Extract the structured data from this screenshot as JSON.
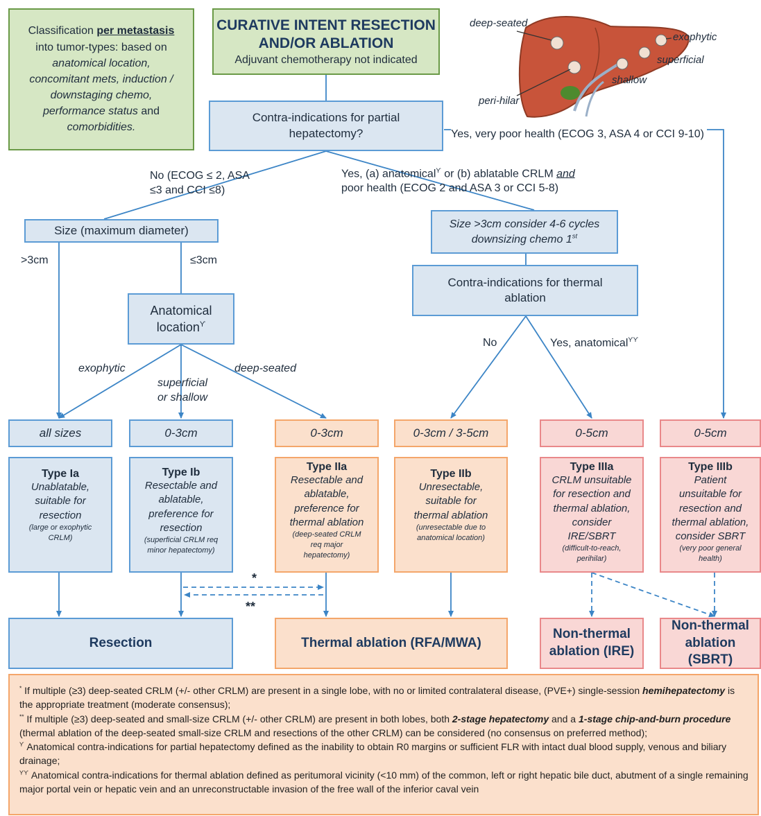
{
  "colors": {
    "line": "#3c85c6",
    "blue_fill": "#dbe6f1",
    "orange_fill": "#fbe0cc",
    "pink_fill": "#f9d7d5",
    "green_fill": "#d6e7c4"
  },
  "classification": {
    "l1a": "Classification ",
    "l1b": "per metastasis",
    "l2": "into tumor-types: based on",
    "l3": "anatomical location,",
    "l4": "concomitant mets, induction /",
    "l5": "downstaging chemo,",
    "l6a": "performance status",
    " l6b": " and",
    "l7": "comorbidities."
  },
  "top": {
    "title1": "CURATIVE INTENT RESECTION",
    "title2": "AND/OR ABLATION",
    "subtitle": "Adjuvant chemotherapy not indicated"
  },
  "liver_labels": {
    "deep": "deep-seated",
    "exo": "exophytic",
    "sup": "superficial",
    "shallow": "shallow",
    "peri": "peri-hilar"
  },
  "contra": {
    "line1": "Contra-indications for partial",
    "line2": "hepatectomy?"
  },
  "branches": {
    "no1": "No (ECOG ≤ 2, ASA",
    "no2": "≤3 and CCI ≤8)",
    "yes_a1": "Yes, (a) anatomical",
    "yes_sup": "ϒ",
    "yes_a2": " or (b) ablatable CRLM ",
    "yes_and": "and",
    "yes_a3": "poor health (ECOG 2 and ASA 3 or CCI 5-8)",
    "yes_poor": "Yes, very poor health (ECOG 3, ASA 4 or CCI 9-10)"
  },
  "size_box": "Size (maximum diameter)",
  "gt3": ">3cm",
  "le3": "≤3cm",
  "anatomical": {
    "line1": "Anatomical",
    "line2": "location",
    "sup": "ϒ"
  },
  "downsizing": {
    "line1": "Size >3cm consider 4-6 cycles",
    "line2": "downsizing chemo 1",
    "sup": "st"
  },
  "thermal_contra": {
    "line1": "Contra-indications for thermal",
    "line2": "ablation"
  },
  "no": "No",
  "yes_anat": "Yes, anatomical",
  "yes_anat_sup": "ϒϒ",
  "loc_labels": {
    "exo": "exophytic",
    "sup1": "superficial",
    "sup2": "or shallow",
    "deep": "deep-seated"
  },
  "sizes": [
    "all sizes",
    "0-3cm",
    "0-3cm",
    "0-3cm / 3-5cm",
    "0-5cm",
    "0-5cm"
  ],
  "types": [
    {
      "title": "Type Ia",
      "body": [
        "Unablatable,",
        "suitable for",
        "resection"
      ],
      "note": [
        "(large or exophytic",
        "CRLM)"
      ]
    },
    {
      "title": "Type Ib",
      "body": [
        "Resectable and",
        "ablatable,",
        "preference for",
        "resection"
      ],
      "note": [
        "(superficial CRLM req",
        "minor hepatectomy)"
      ]
    },
    {
      "title": "Type IIa",
      "body": [
        "Resectable and",
        "ablatable,",
        "preference for",
        "thermal ablation"
      ],
      "note": [
        "(deep-seated CRLM",
        "req major",
        "hepatectomy)"
      ]
    },
    {
      "title": "Type IIb",
      "body": [
        "Unresectable,",
        "suitable for",
        "thermal ablation"
      ],
      "note": [
        "(unresectable due to",
        "anatomical location)"
      ]
    },
    {
      "title": "Type IIIa",
      "body": [
        "CRLM unsuitable",
        "for resection and",
        "thermal ablation,",
        "consider",
        "IRE/SBRT"
      ],
      "note": [
        "(difficult-to-reach,",
        "perihilar)"
      ]
    },
    {
      "title": "Type IIIb",
      "body": [
        "Patient",
        "unsuitable for",
        "resection and",
        "thermal ablation,",
        "consider SBRT"
      ],
      "note": [
        "(very poor general",
        "health)"
      ]
    }
  ],
  "star1": "*",
  "star2": "**",
  "outcomes": {
    "resection": "Resection",
    "thermal": "Thermal ablation (RFA/MWA)",
    "ire1": "Non-thermal",
    "ire2": "ablation (IRE)",
    "sbrt1": "Non-thermal",
    "sbrt2": "ablation",
    "sbrt3": "(SBRT)"
  },
  "footnotes": {
    "f1_mark": "*",
    "f1a": " If multiple (≥3) deep-seated CRLM (+/- other CRLM) are present in a single lobe, with no or limited contralateral disease, (PVE+) single-session ",
    "f1b": "hemihepatectomy",
    "f1c": " is the appropriate treatment (moderate consensus);",
    "f2_mark": "**",
    "f2a": " If multiple (≥3) deep-seated and small-size CRLM (+/- other CRLM) are present in both lobes, both ",
    "f2b": "2-stage hepatectomy",
    "f2c": " and a ",
    "f2d": "1-stage chip-and-burn procedure",
    "f2e": " (thermal ablation of the deep-seated small-size CRLM and resections of the other CRLM) can be considered (no consensus on preferred method);",
    "f3_mark": "ϒ",
    "f3": " Anatomical contra-indications for partial hepatectomy defined as the inability to obtain R0 margins or sufficient FLR with intact dual blood supply, venous and biliary drainage;",
    "f4_mark": "ϒϒ",
    "f4": " Anatomical contra-indications for thermal ablation defined as peritumoral vicinity (<10 mm) of the common, left or right hepatic bile duct, abutment of a single remaining major portal vein or hepatic vein and an unreconstructable invasion of the free wall of the inferior caval vein"
  }
}
